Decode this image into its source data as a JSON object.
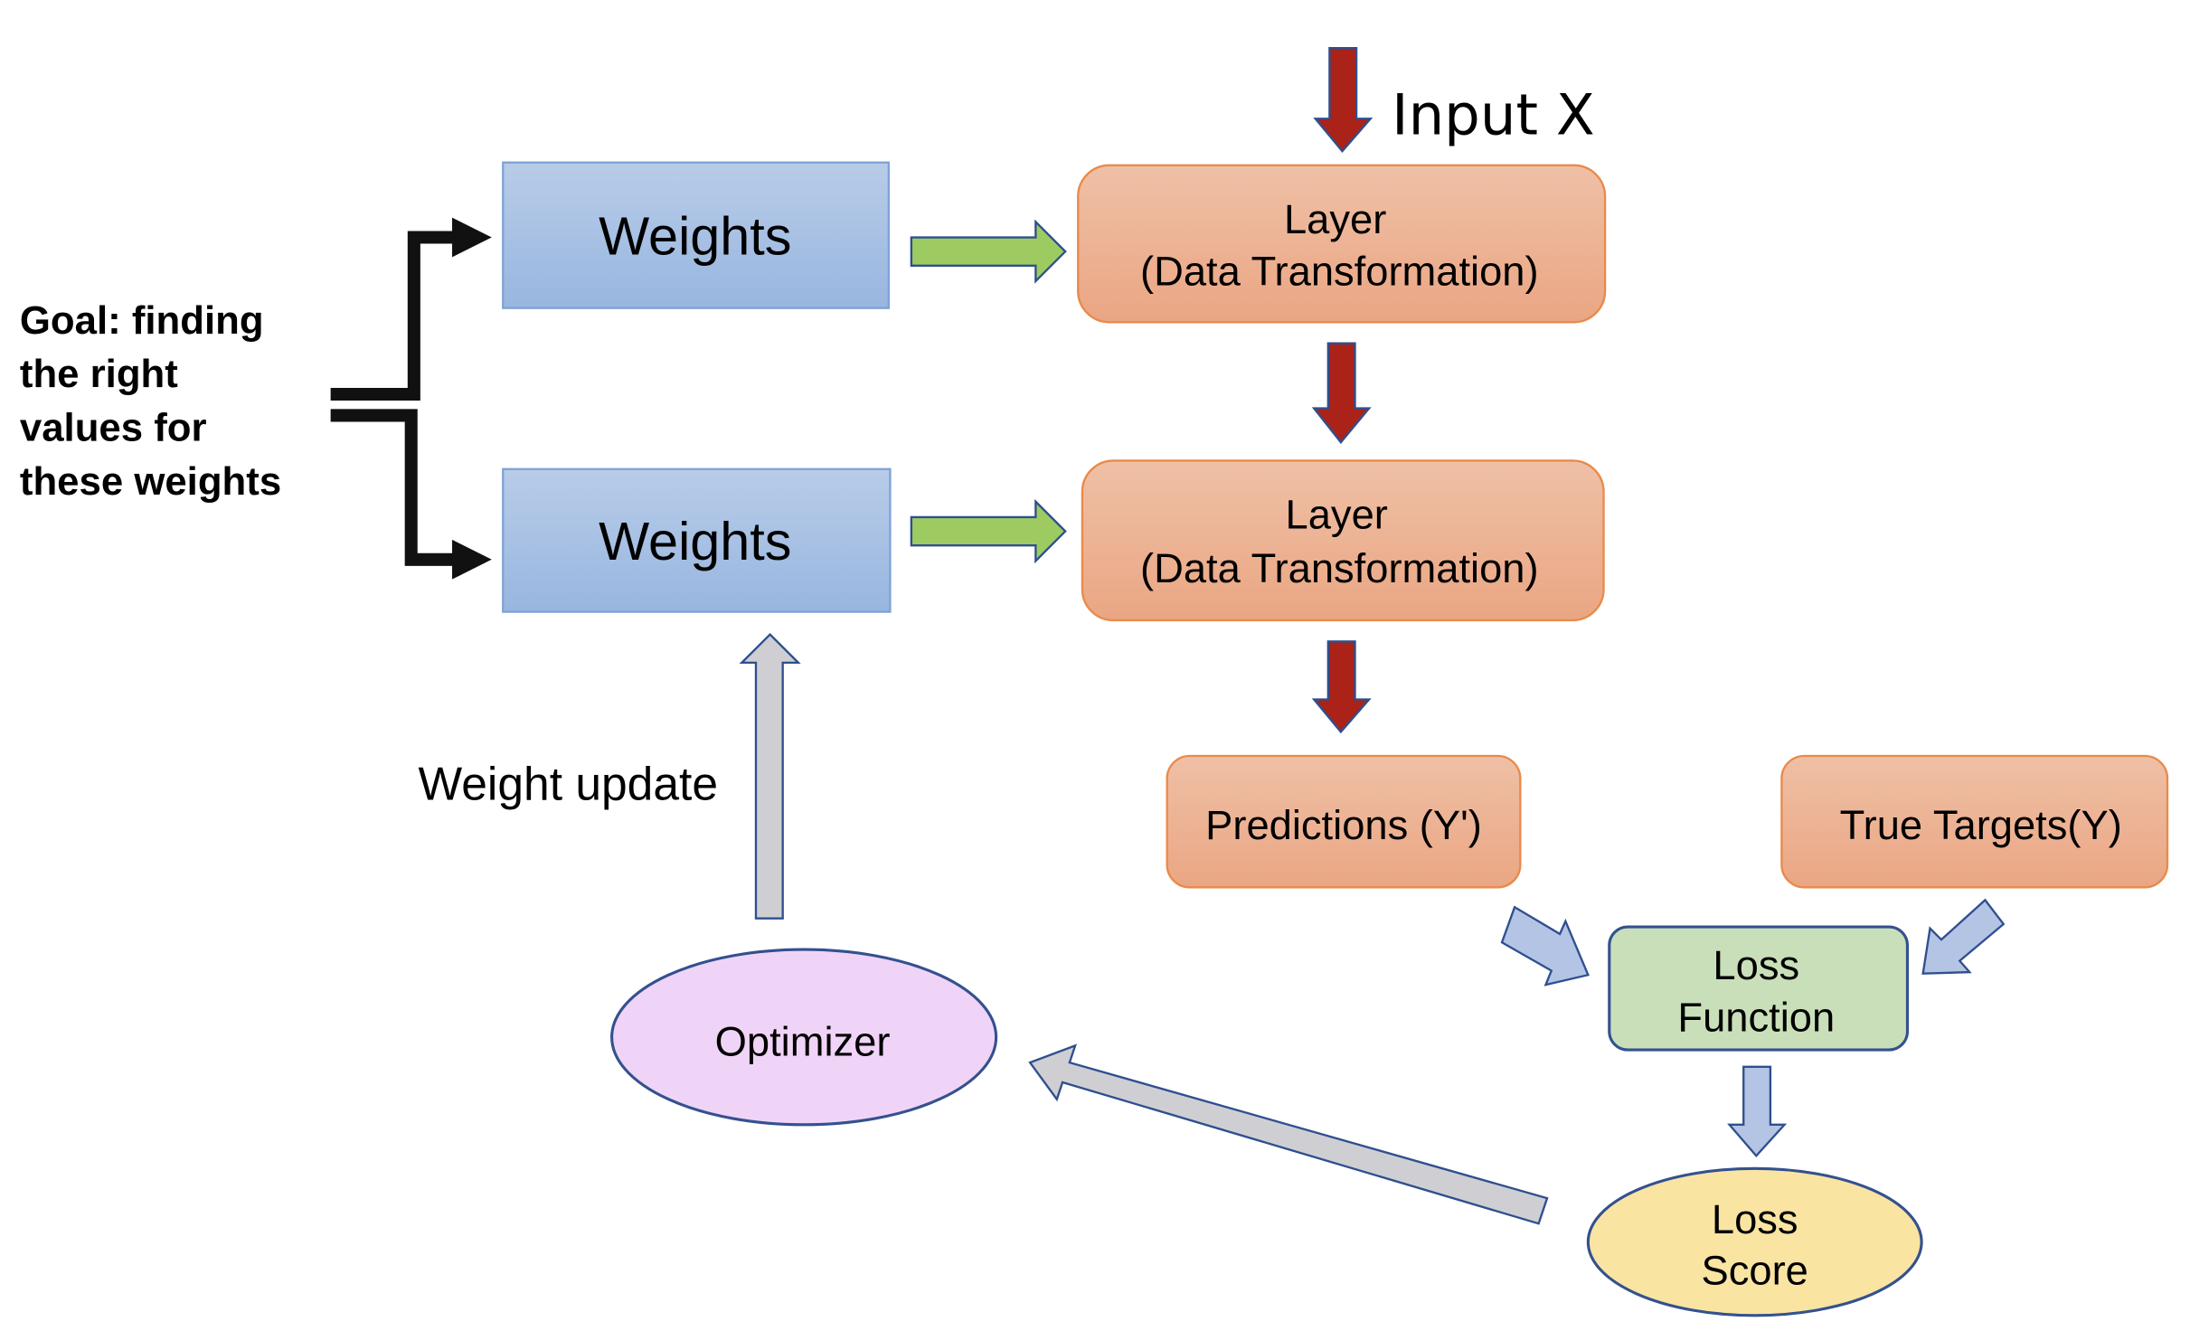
{
  "goal": {
    "lines": [
      "Goal: finding",
      "the right",
      "values for",
      "these weights"
    ]
  },
  "input": {
    "label": "Input X"
  },
  "weights": [
    {
      "label": "Weights"
    },
    {
      "label": "Weights"
    }
  ],
  "layers": [
    {
      "line1": "Layer",
      "line2": "(Data Transformation)"
    },
    {
      "line1": "Layer",
      "line2": "(Data Transformation)"
    }
  ],
  "predictions": {
    "label": "Predictions (Y')"
  },
  "true_targets": {
    "label": "True Targets(Y)"
  },
  "loss_function": {
    "line1": "Loss",
    "line2": "Function"
  },
  "loss_score": {
    "line1": "Loss",
    "line2": "Score"
  },
  "optimizer": {
    "label": "Optimizer"
  },
  "weight_update": {
    "label": "Weight update"
  },
  "colors": {
    "weights_fill_top": "#b8cce8",
    "weights_fill_bottom": "#98b6e0",
    "weights_stroke": "#7fa3d6",
    "layer_fill_top": "#efc0a6",
    "layer_fill_bottom": "#eaa683",
    "layer_stroke": "#e98a4a",
    "red_arrow": "#aa2218",
    "green_arrow": "#9dcb62",
    "blue_arrow": "#b4c4e4",
    "gray_arrow": "#cfcfd3",
    "arrow_stroke": "#2f4f8f",
    "loss_function_fill": "#c9dfb9",
    "loss_score_fill": "#f9e4a2",
    "optimizer_fill": "#f0d4f7",
    "shape_stroke": "#34518f"
  }
}
